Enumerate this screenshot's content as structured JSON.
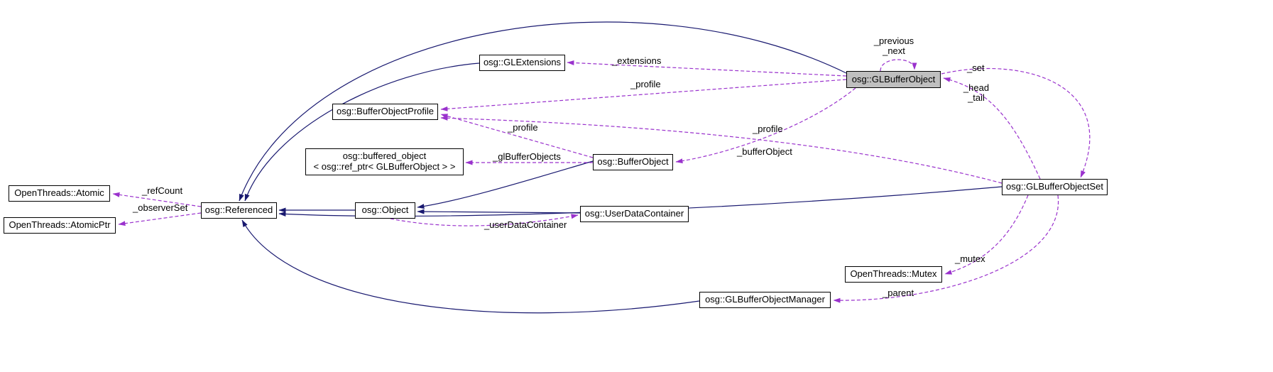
{
  "diagram": {
    "type": "collaboration-graph",
    "nodes": {
      "glbufferobject": {
        "label": "osg::GLBufferObject",
        "highlighted": true
      },
      "glextensions": {
        "label": "osg::GLExtensions"
      },
      "bufferobjectprofile": {
        "label": "osg::BufferObjectProfile"
      },
      "buffered_object": {
        "label_line1": "osg::buffered_object",
        "label_line2": "< osg::ref_ptr< GLBufferObject > >"
      },
      "bufferobject": {
        "label": "osg::BufferObject"
      },
      "atomic": {
        "label": "OpenThreads::Atomic"
      },
      "atomicptr": {
        "label": "OpenThreads::AtomicPtr"
      },
      "referenced": {
        "label": "osg::Referenced"
      },
      "object": {
        "label": "osg::Object"
      },
      "userdatacontainer": {
        "label": "osg::UserDataContainer"
      },
      "glbufferobjectset": {
        "label": "osg::GLBufferObjectSet"
      },
      "mutex": {
        "label": "OpenThreads::Mutex"
      },
      "glbufferobjectmanager": {
        "label": "osg::GLBufferObjectManager"
      }
    },
    "edge_labels": {
      "previous": "_previous",
      "next": "_next",
      "set": "_set",
      "head": "_head",
      "tail": "_tail",
      "extensions": "_extensions",
      "profile": "_profile",
      "glbufferobjects": "_glBufferObjects",
      "bufferobject": "_bufferObject",
      "refcount": "_refCount",
      "observerset": "_observerSet",
      "userdatacontainer": "_userDataContainer",
      "mutex": "_mutex",
      "parent": "_parent"
    },
    "edges": [
      {
        "from": "glbufferobject",
        "to": "referenced",
        "type": "inheritance"
      },
      {
        "from": "glextensions",
        "to": "referenced",
        "type": "inheritance"
      },
      {
        "from": "object",
        "to": "referenced",
        "type": "inheritance"
      },
      {
        "from": "bufferobject",
        "to": "object",
        "type": "inheritance"
      },
      {
        "from": "userdatacontainer",
        "to": "object",
        "type": "inheritance"
      },
      {
        "from": "glbufferobjectset",
        "to": "referenced",
        "type": "inheritance"
      },
      {
        "from": "glbufferobjectmanager",
        "to": "referenced",
        "type": "inheritance"
      },
      {
        "from": "glbufferobject",
        "to": "glbufferobject",
        "type": "usage",
        "label": "_previous _next"
      },
      {
        "from": "glbufferobject",
        "to": "glextensions",
        "type": "usage",
        "label": "_extensions"
      },
      {
        "from": "glbufferobject",
        "to": "bufferobjectprofile",
        "type": "usage",
        "label": "_profile"
      },
      {
        "from": "bufferobject",
        "to": "bufferobjectprofile",
        "type": "usage",
        "label": "_profile"
      },
      {
        "from": "glbufferobjectset",
        "to": "bufferobjectprofile",
        "type": "usage",
        "label": "_profile"
      },
      {
        "from": "bufferobject",
        "to": "buffered_object",
        "type": "usage",
        "label": "_glBufferObjects"
      },
      {
        "from": "glbufferobject",
        "to": "bufferobject",
        "type": "usage",
        "label": "_bufferObject"
      },
      {
        "from": "referenced",
        "to": "atomic",
        "type": "usage",
        "label": "_refCount"
      },
      {
        "from": "referenced",
        "to": "atomicptr",
        "type": "usage",
        "label": "_observerSet"
      },
      {
        "from": "object",
        "to": "userdatacontainer",
        "type": "usage",
        "label": "_userDataContainer"
      },
      {
        "from": "glbufferobject",
        "to": "glbufferobjectset",
        "type": "usage",
        "label": "_set"
      },
      {
        "from": "glbufferobjectset",
        "to": "glbufferobject",
        "type": "usage",
        "label": "_head _tail"
      },
      {
        "from": "glbufferobjectset",
        "to": "mutex",
        "type": "usage",
        "label": "_mutex"
      },
      {
        "from": "glbufferobjectset",
        "to": "glbufferobjectmanager",
        "type": "usage",
        "label": "_parent"
      }
    ],
    "colors": {
      "inheritance-edge": "#191970",
      "usage-edge": "#9a32cd",
      "node-border": "#000000",
      "node-fill": "#ffffff",
      "highlight-fill": "#bfbfbf",
      "background": "#ffffff",
      "text": "#000000"
    }
  }
}
